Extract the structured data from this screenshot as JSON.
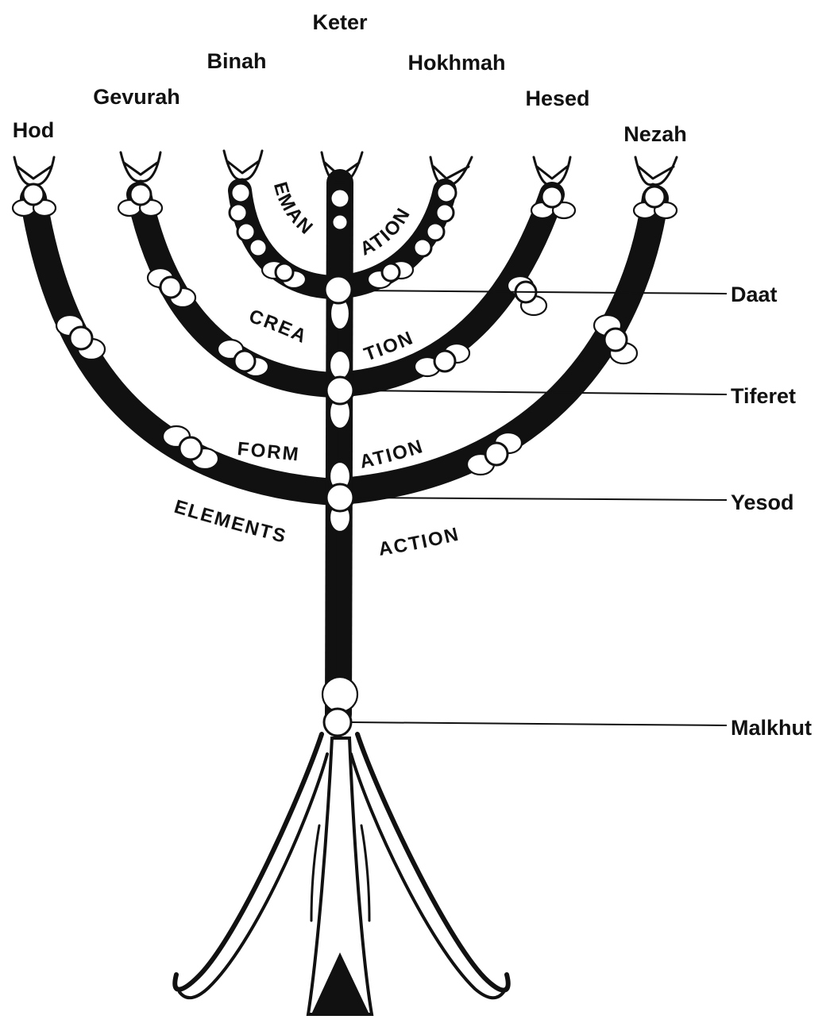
{
  "labels": {
    "keter": "Keter",
    "binah": "Binah",
    "hokhmah": "Hokhmah",
    "gevurah": "Gevurah",
    "hesed": "Hesed",
    "hod": "Hod",
    "nezah": "Nezah",
    "daat": "Daat",
    "tiferet": "Tiferet",
    "yesod": "Yesod",
    "malkhut": "Malkhut"
  },
  "worlds": {
    "emanation_left": "EMAN",
    "emanation_right": "ATION",
    "creation_left": "CREA",
    "creation_right": "TION",
    "formation_left": "FORM",
    "formation_right": "ATION",
    "action_left": "ELEMENTS",
    "action_right": "ACTION"
  },
  "colors": {
    "ink": "#111111",
    "paper": "#ffffff"
  }
}
